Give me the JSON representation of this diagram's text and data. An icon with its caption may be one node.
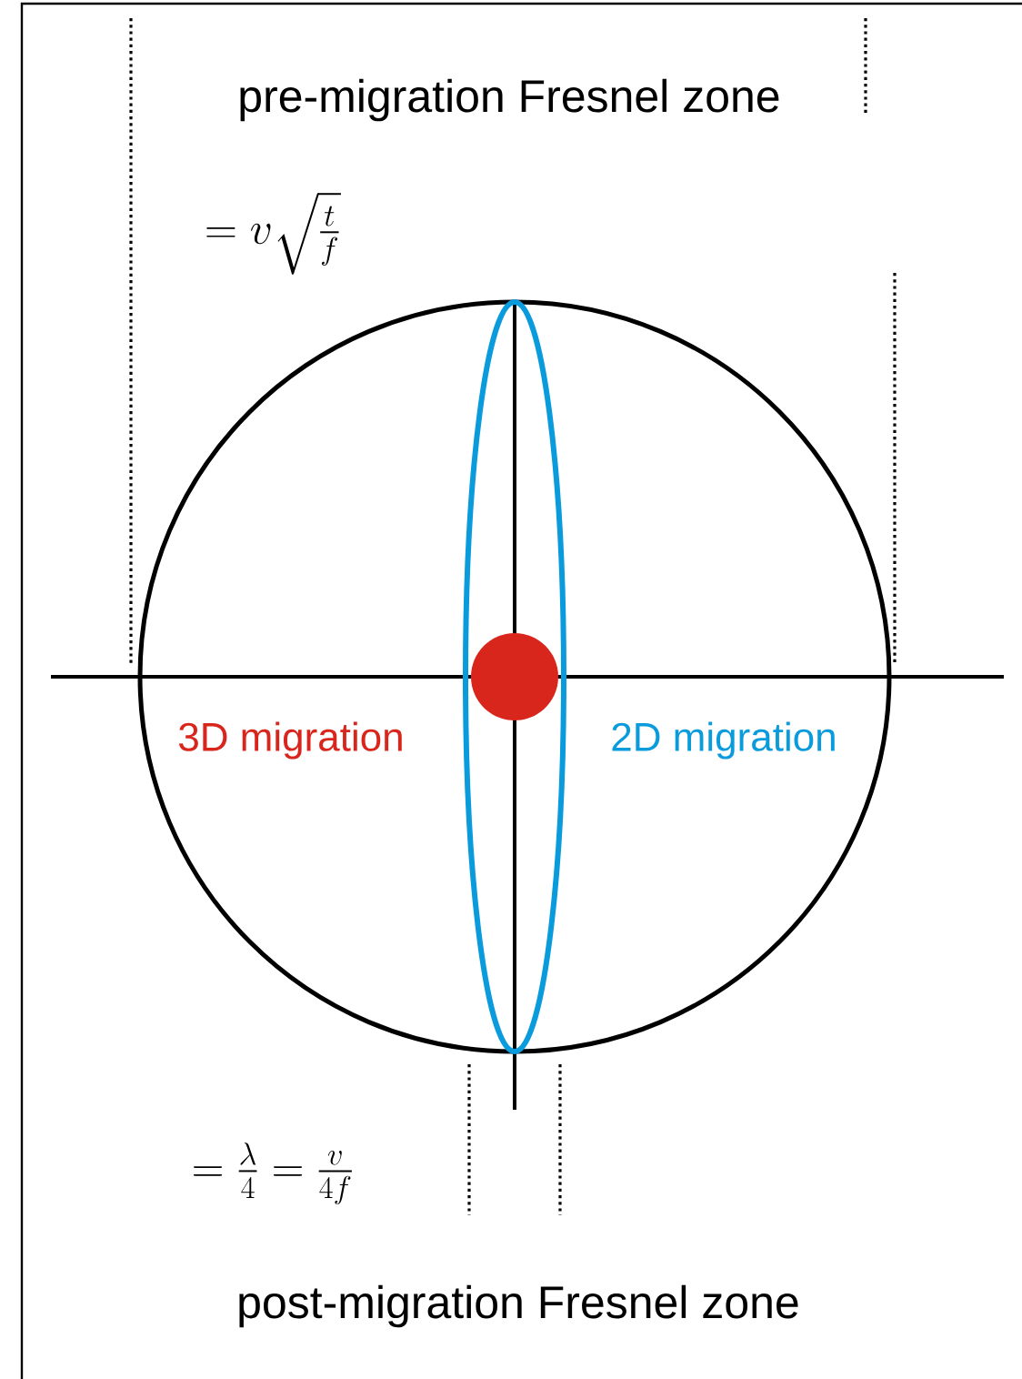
{
  "diagram": {
    "labels": [
      "pre-migration Fresnel zone",
      "=v\\sqrt{\\frac{t}{f}}",
      "3D migration",
      "2D migration",
      "=\\frac{\\lambda}{4}=\\frac{v}{4f}",
      "post-migration Fresnel zone"
    ]
  }
}
